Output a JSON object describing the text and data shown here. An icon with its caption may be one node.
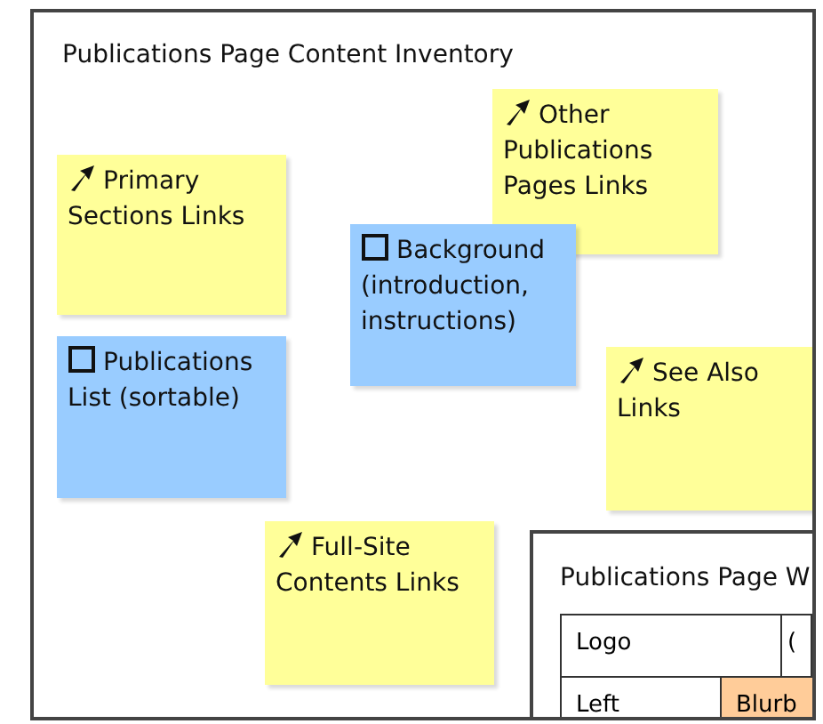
{
  "diagram": {
    "nodes": [
      {
        "text": [
          "Publications Page Content Inventory"
        ]
      },
      {
        "text": [
          "Other Publications Pages Links"
        ],
        "in": 0
      },
      {
        "text": [
          "Primary Sections Links"
        ],
        "in": 0
      },
      {
        "text": [
          "Background (introduction, instructions)"
        ],
        "in": 0
      },
      {
        "text": [
          "Publications List (sortable)"
        ],
        "in": 0
      },
      {
        "text": [
          "See Also Links"
        ],
        "in": 0
      },
      {
        "text": [
          "Full-Site Contents Links"
        ],
        "in": 0
      },
      {
        "text": [
          "Publications Page W"
        ],
        "in": 0
      }
    ],
    "edges": [],
    "labels": [
      "Logo",
      "(",
      "Left",
      "Blurb"
    ]
  }
}
